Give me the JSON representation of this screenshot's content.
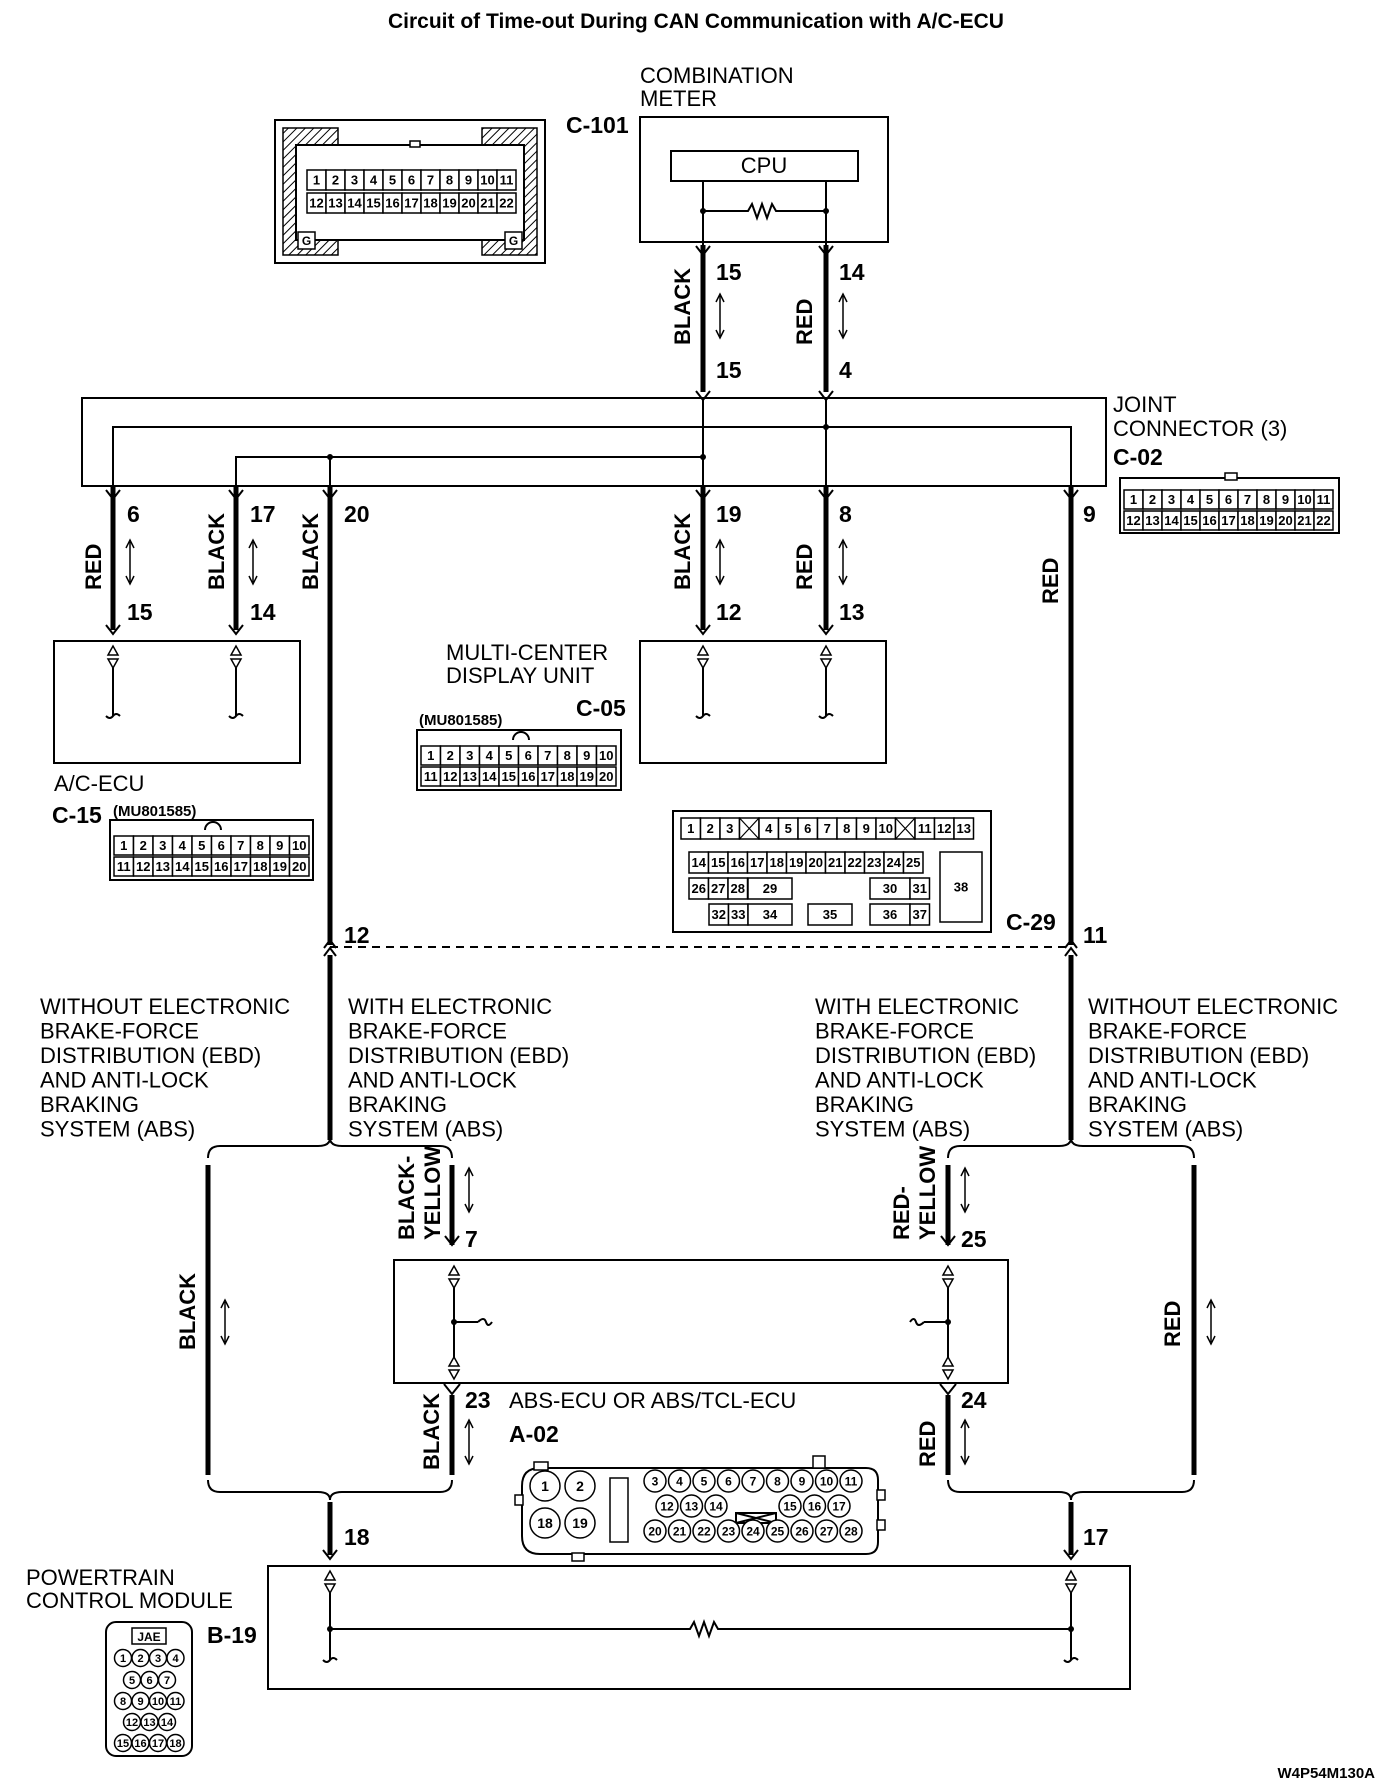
{
  "title": "Circuit of Time-out During CAN Communication with A/C-ECU",
  "diagram_code": "W4P54M130A",
  "components": {
    "combination_meter": {
      "name_line1": "COMBINATION",
      "name_line2": "METER",
      "connector": "C-101",
      "cpu": "CPU"
    },
    "joint_connector": {
      "name_line1": "JOINT",
      "name_line2": "CONNECTOR (3)",
      "connector": "C-02"
    },
    "ac_ecu": {
      "name": "A/C-ECU",
      "connector": "C-15",
      "part_no": "(MU801585)"
    },
    "multi_center": {
      "name_line1": "MULTI-CENTER",
      "name_line2": "DISPLAY UNIT",
      "connector": "C-05",
      "part_no": "(MU801585)"
    },
    "intermediate": {
      "connector": "C-29"
    },
    "abs_ecu": {
      "name": "ABS-ECU OR ABS/TCL-ECU",
      "connector": "A-02"
    },
    "pcm": {
      "name_line1": "POWERTRAIN",
      "name_line2": "CONTROL MODULE",
      "connector": "B-19",
      "tag": "JAE"
    }
  },
  "pins": {
    "p15a": "15",
    "p14a": "14",
    "p15b": "15",
    "p4": "4",
    "p6": "6",
    "p17": "17",
    "p20": "20",
    "p19": "19",
    "p8": "8",
    "p9": "9",
    "p15c": "15",
    "p14b": "14",
    "p12a": "12",
    "p13a": "13",
    "p12b": "12",
    "p11": "11",
    "p7": "7",
    "p25": "25",
    "p23": "23",
    "p24": "24",
    "p18": "18",
    "p17b": "17"
  },
  "wire_colors": {
    "black": "BLACK",
    "red": "RED",
    "black_yellow_1": "BLACK-",
    "black_yellow_2": "YELLOW",
    "red_yellow_1": "RED-",
    "red_yellow_2": "YELLOW"
  },
  "notes": {
    "without_l": [
      "WITHOUT ELECTRONIC",
      "BRAKE-FORCE",
      "DISTRIBUTION (EBD)",
      "AND ANTI-LOCK",
      "BRAKING",
      "SYSTEM (ABS)"
    ],
    "with_l": [
      "WITH ELECTRONIC",
      "BRAKE-FORCE",
      "DISTRIBUTION (EBD)",
      "AND ANTI-LOCK",
      "BRAKING",
      "SYSTEM (ABS)"
    ],
    "with_r": [
      "WITH ELECTRONIC",
      "BRAKE-FORCE",
      "DISTRIBUTION (EBD)",
      "AND ANTI-LOCK",
      "BRAKING",
      "SYSTEM (ABS)"
    ],
    "without_r": [
      "WITHOUT ELECTRONIC",
      "BRAKE-FORCE",
      "DISTRIBUTION (EBD)",
      "AND ANTI-LOCK",
      "BRAKING",
      "SYSTEM (ABS)"
    ]
  },
  "connector_faces": {
    "c101": {
      "row1": [
        "1",
        "2",
        "3",
        "4",
        "5",
        "6",
        "7",
        "8",
        "9",
        "10",
        "11"
      ],
      "row2": [
        "12",
        "13",
        "14",
        "15",
        "16",
        "17",
        "18",
        "19",
        "20",
        "21",
        "22"
      ],
      "mark": "G"
    },
    "c02": {
      "row1": [
        "1",
        "2",
        "3",
        "4",
        "5",
        "6",
        "7",
        "8",
        "9",
        "10",
        "11"
      ],
      "row2": [
        "12",
        "13",
        "14",
        "15",
        "16",
        "17",
        "18",
        "19",
        "20",
        "21",
        "22"
      ]
    },
    "c15": {
      "row1": [
        "1",
        "2",
        "3",
        "4",
        "5",
        "6",
        "7",
        "8",
        "9",
        "10"
      ],
      "row2": [
        "11",
        "12",
        "13",
        "14",
        "15",
        "16",
        "17",
        "18",
        "19",
        "20"
      ]
    },
    "c05": {
      "row1": [
        "1",
        "2",
        "3",
        "4",
        "5",
        "6",
        "7",
        "8",
        "9",
        "10"
      ],
      "row2": [
        "11",
        "12",
        "13",
        "14",
        "15",
        "16",
        "17",
        "18",
        "19",
        "20"
      ]
    },
    "c29": {
      "r1a": [
        "1",
        "2",
        "3"
      ],
      "r1b": [
        "4",
        "5",
        "6",
        "7",
        "8",
        "9",
        "10"
      ],
      "r1c": [
        "11",
        "12",
        "13"
      ],
      "r2": [
        "14",
        "15",
        "16",
        "17",
        "18",
        "19",
        "20",
        "21",
        "22",
        "23",
        "24",
        "25"
      ],
      "r3a": [
        "26",
        "27",
        "28"
      ],
      "p29": "29",
      "p30": "30",
      "p31": "31",
      "r4a": [
        "32",
        "33"
      ],
      "p34": "34",
      "p35": "35",
      "p36": "36",
      "p37": "37",
      "p38": "38"
    },
    "a02": {
      "big": [
        "1",
        "2",
        "18",
        "19"
      ],
      "r1": [
        "3",
        "4",
        "5",
        "6",
        "7",
        "8",
        "9",
        "10",
        "11"
      ],
      "r2a": [
        "12",
        "13",
        "14"
      ],
      "r2b": [
        "15",
        "16",
        "17"
      ],
      "r3": [
        "20",
        "21",
        "22",
        "23",
        "24",
        "25",
        "26",
        "27",
        "28"
      ]
    },
    "b19": {
      "r1": [
        "1",
        "2",
        "3",
        "4"
      ],
      "r2": [
        "5",
        "6",
        "7"
      ],
      "r3": [
        "8",
        "9",
        "10",
        "11"
      ],
      "r4": [
        "12",
        "13",
        "14"
      ],
      "r5": [
        "15",
        "16",
        "17",
        "18"
      ]
    }
  }
}
